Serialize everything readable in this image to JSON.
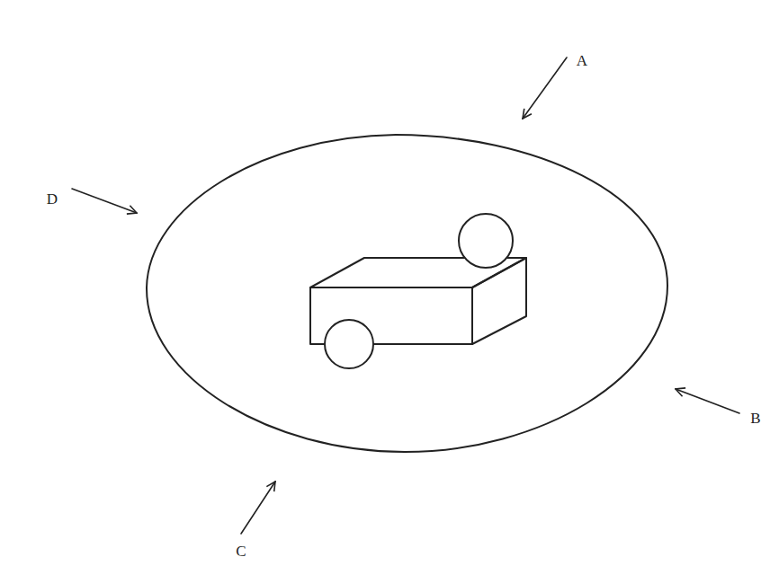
{
  "diagram": {
    "labels": [
      "A",
      "D",
      "B",
      "C"
    ]
  }
}
